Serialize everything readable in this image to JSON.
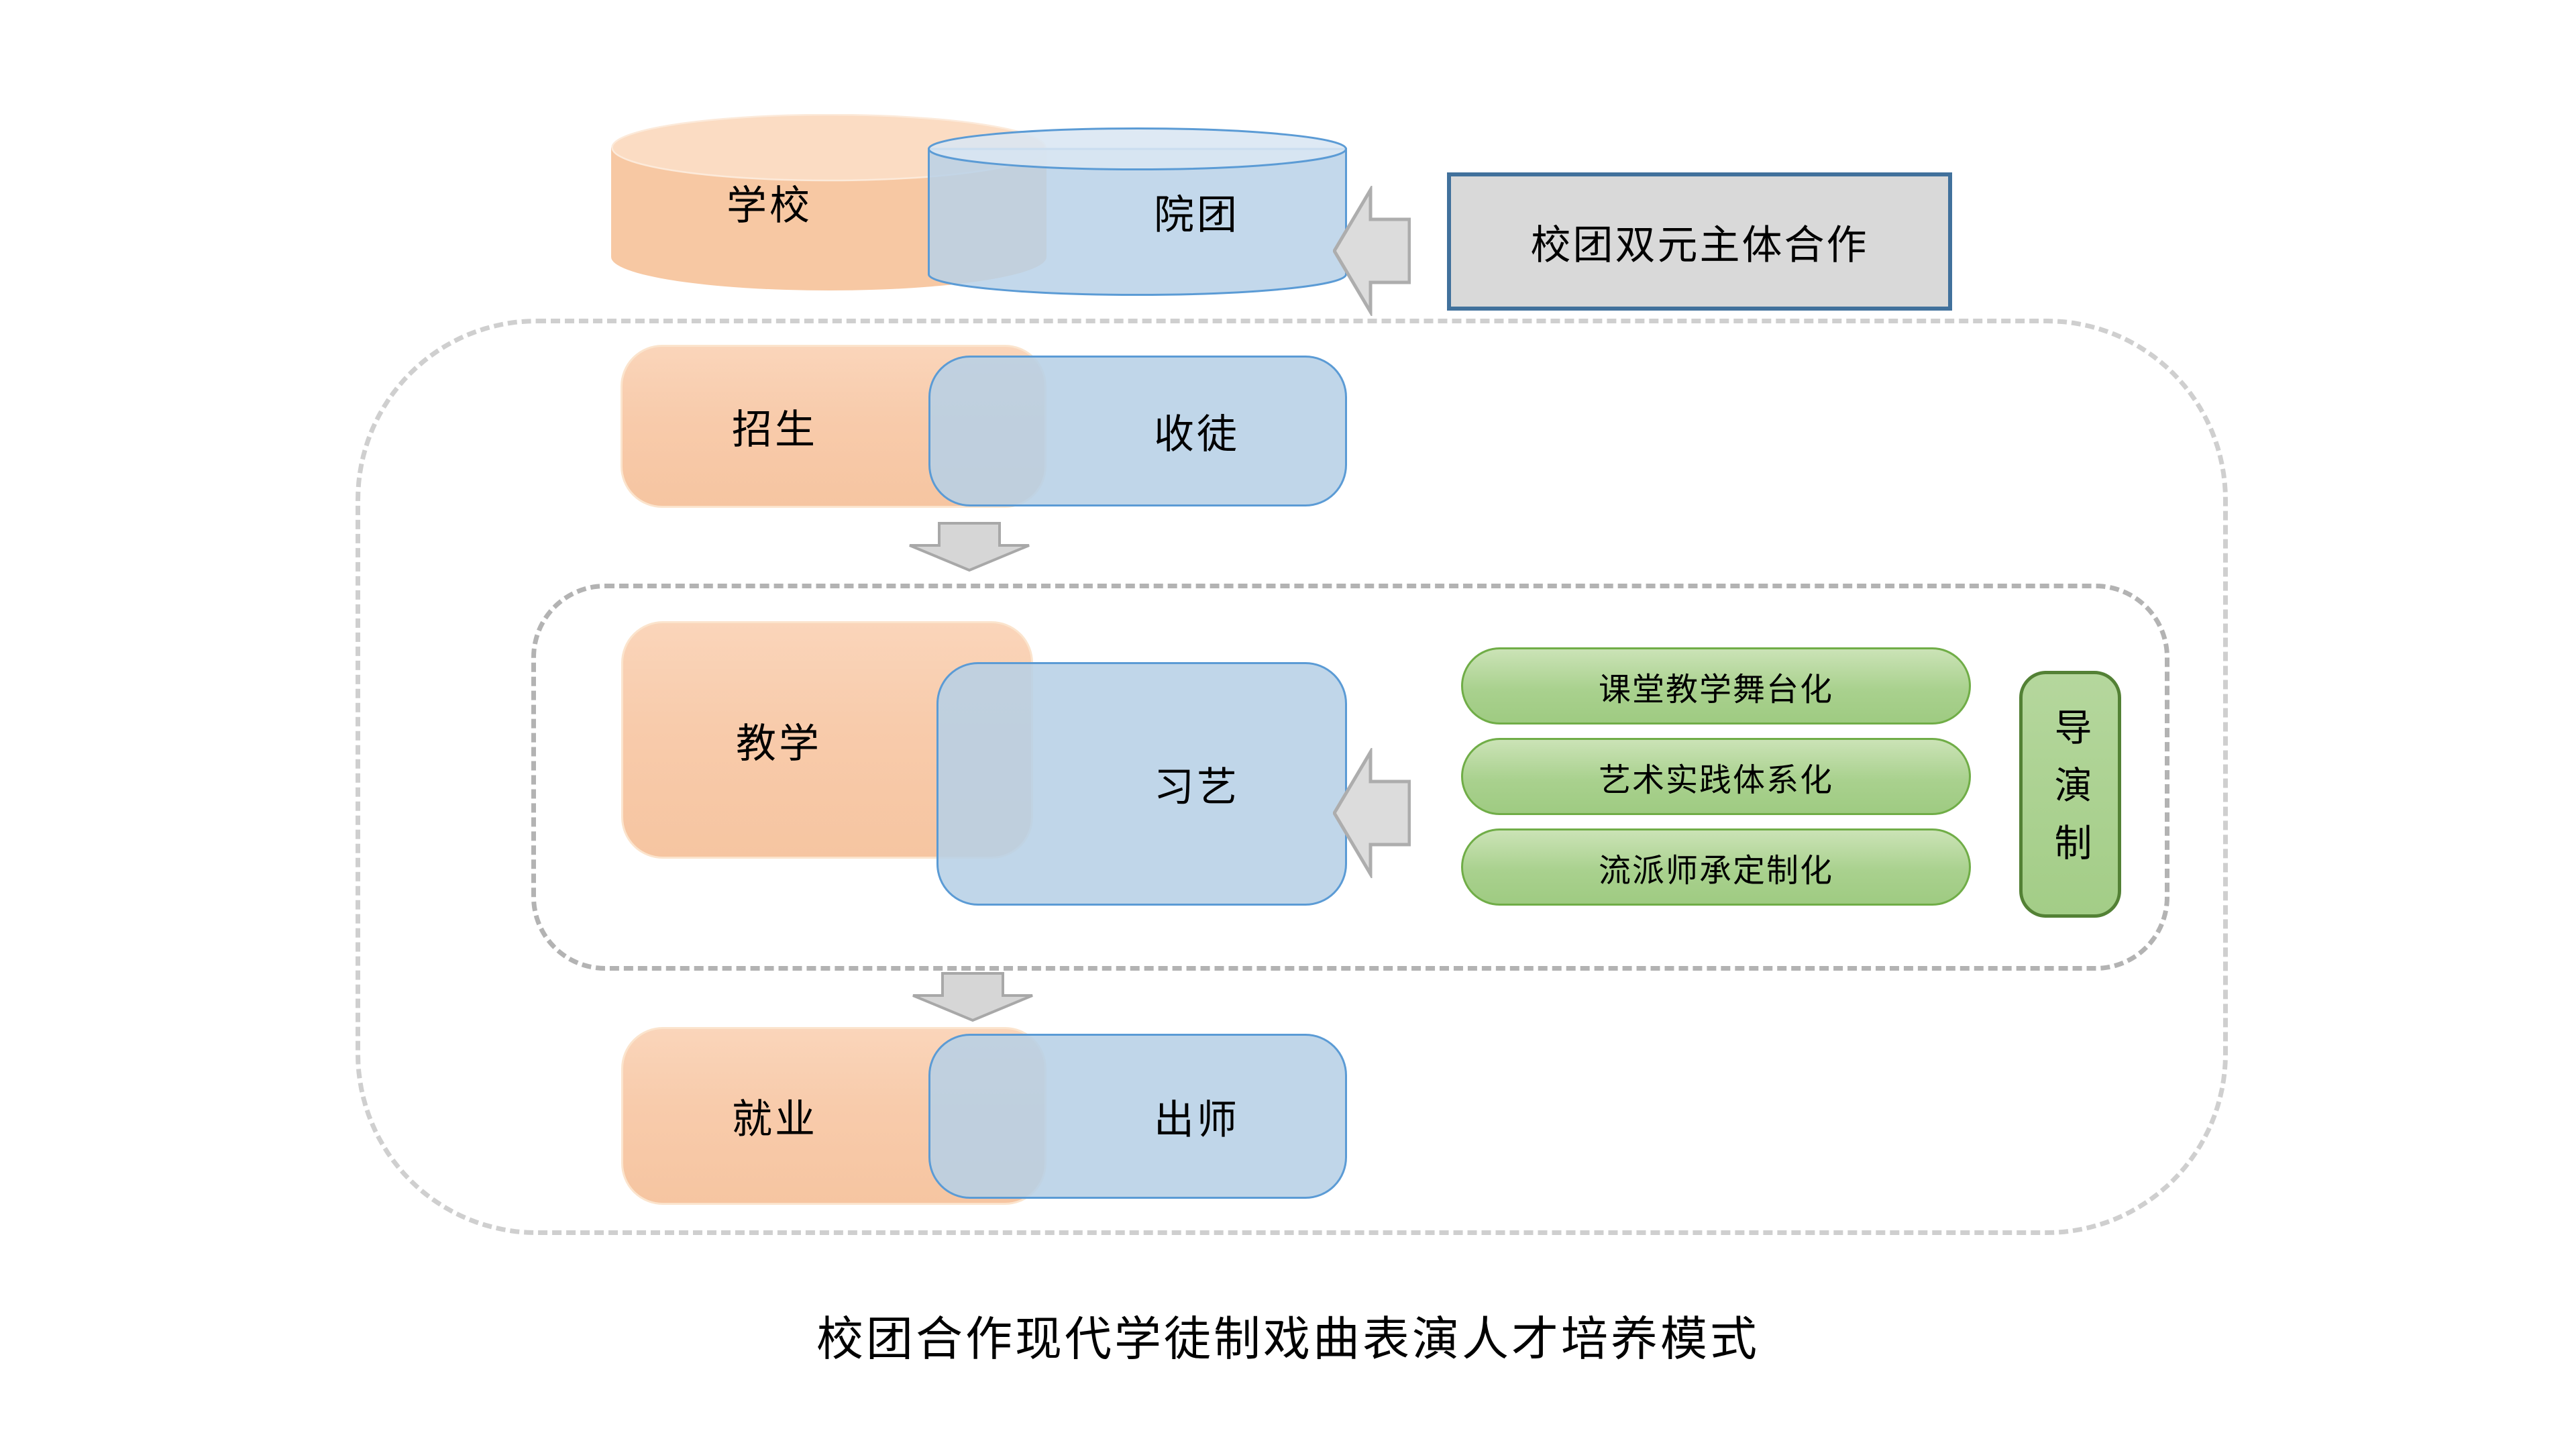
{
  "diagram": {
    "title": "校团合作现代学徒制戏曲表演人才培养模式",
    "cooperation_label": "校团双元主体合作",
    "entities": {
      "school": "学校",
      "troupe": "院团"
    },
    "stages": {
      "enroll_school": "招生",
      "enroll_troupe": "收徒",
      "teach_school": "教学",
      "teach_troupe": "习艺",
      "employ_school": "就业",
      "employ_troupe": "出师"
    },
    "teaching_methods": [
      "课堂教学舞台化",
      "艺术实践体系化",
      "流派师承定制化"
    ],
    "director_label": "导演制"
  },
  "colors": {
    "school_fill": "#F8CBAB",
    "school_border": "#FBE4CD",
    "troupe_fill": "#BDD7EE",
    "troupe_border": "#5B9BD5",
    "method_fill": "#A9D18E",
    "method_border": "#70AD47",
    "director_border": "#538135",
    "cooperation_fill": "#D9D9D9",
    "cooperation_border": "#41719C",
    "arrow_fill": "#D9D9D9",
    "arrow_border": "#A8A8A8",
    "outer_dash": "#CFCFCF",
    "inner_dash": "#B3B3B3"
  }
}
